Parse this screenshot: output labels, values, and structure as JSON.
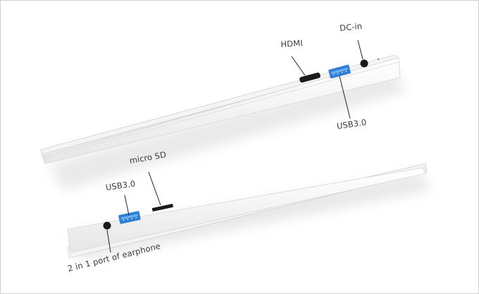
{
  "image": {
    "description": "Two white ultrabook laptops shown from the side, displaying their ports",
    "background_color": "#ffffff",
    "laptop_color": "#f2f2f2",
    "usb_port_color": "#2f7fd6"
  },
  "top_laptop": {
    "labels": {
      "hdmi": "HDMI",
      "dc_in": "DC-in",
      "usb": "USB3.0"
    }
  },
  "bottom_laptop": {
    "labels": {
      "micro_sd": "micro SD",
      "usb": "USB3.0",
      "earphone": "2 in 1 port of earphone"
    }
  }
}
